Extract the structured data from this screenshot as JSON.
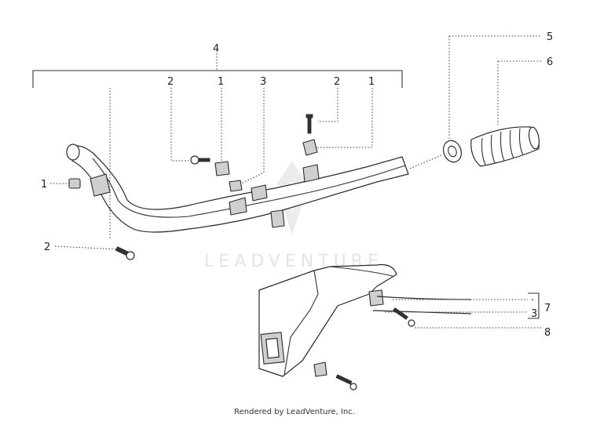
{
  "callouts": {
    "c1": "1",
    "c2": "2",
    "c3": "3",
    "c4": "4",
    "c5": "5",
    "c6": "6",
    "c7": "7",
    "c8": "8"
  },
  "watermark": {
    "brand": "LEADVENTURE"
  },
  "footer": {
    "credit": "Rendered by LeadVenture, Inc."
  },
  "colors": {
    "line": "#2a2a2a",
    "leader": "#444444",
    "watermark": "#e4e4e4",
    "background": "#ffffff"
  }
}
